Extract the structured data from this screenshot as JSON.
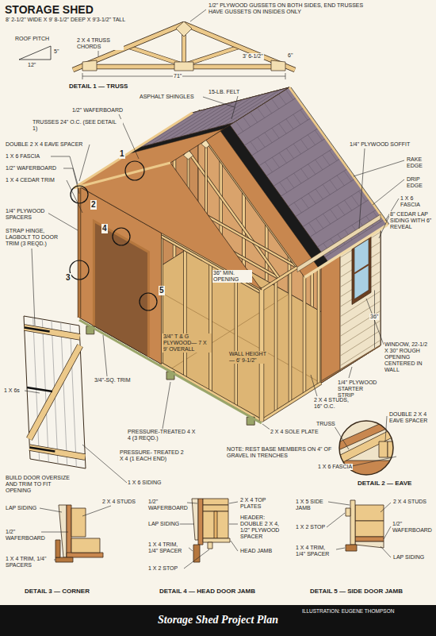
{
  "diagram": {
    "title": "STORAGE SHED",
    "caption": "Storage Shed Project Plan",
    "labels": [
      "8' 2-1/2\" WIDE X 9' 8-1/2\" DEEP X 9'3-1/2\" TALL",
      "1/2\" PLYWOOD GUSSETS ON BOTH SIDES, END TRUSSES HAVE GUSSETS ON INSIDES ONLY",
      "ROOF PITCH",
      "12\"",
      "5\"",
      "2 X 4 TRUSS CHORDS",
      "3' 6-1/2\"",
      "6\"",
      "71\"",
      "DETAIL 1 — TRUSS",
      "ASPHALT SHINGLES",
      "1/2\" WAFERBOARD",
      "15-LB. FELT",
      "TRUSSES 24\" O.C. (SEE DETAIL 1)",
      "DOUBLE 2 X 4 EAVE SPACER",
      "1 X 6 FASCIA",
      "1/2\" WAFERBOARD",
      "1 X 4 CEDAR TRIM",
      "1/4\" PLYWOOD SPACERS",
      "STRAP HINGE, LAGBOLT TO DOOR TRIM (3 REQD.)",
      "1/4\" PLYWOOD SOFFIT",
      "RAKE EDGE",
      "DRIP EDGE",
      "1 X 6 FASCIA",
      "8\" CEDAR LAP SIDING WITH 6\" REVEAL",
      "36\" MIN. OPENING",
      "3/4\" T & G PLYWOOD— 7 X 9' OVERALL",
      "WALL HEIGHT— 6' 9-1/2\"",
      "36\"",
      "WINDOW, 22-1/2 X 30\" ROUGH OPENING CENTERED IN WALL",
      "1/4\" PLYWOOD STARTER STRIP",
      "2 X 4 STUDS, 16\" O.C.",
      "3/4\"-SQ. TRIM",
      "PRESSURE-TREATED 4 X 4 (3 REQD.)",
      "2 X 4 SOLE PLATE",
      "PRESSURE- TREATED 2 X 4 (1 EACH END)",
      "NOTE: REST BASE MEMBERS ON 4\" OF GRAVEL IN TRENCHES",
      "1 X 6s",
      "BUILD DOOR OVERSIZE AND TRIM TO FIT OPENING",
      "1 X 6 SIDING",
      "TRUSS",
      "DOUBLE 2 X 4 EAVE SPACER",
      "1 X 6 FASCIA",
      "DETAIL 2 — EAVE",
      "LAP SIDING",
      "2 X 4 STUDS",
      "1/2\" WAFERBOARD",
      "1 X 4 TRIM, 1/4\" SPACERS",
      "DETAIL 3 — CORNER",
      "1/2\" WAFERBOARD",
      "2 X 4 TOP PLATES",
      "LAP SIDING",
      "HEADER: DOUBLE 2 X 4, 1/2\" PLYWOOD SPACER",
      "1 X 4 TRIM, 1/4\" SPACER",
      "HEAD JAMB",
      "1 X 2 STOP",
      "DETAIL 4 — HEAD DOOR JAMB",
      "1 X 5 SIDE JAMB",
      "2 X 4 STUDS",
      "1 X 2 STOP",
      "1/2\" WAFERBOARD",
      "1 X 4 TRIM, 1/4\" SPACER",
      "LAP SIDING",
      "DETAIL 5 — SIDE DOOR JAMB",
      "1",
      "2",
      "3",
      "4",
      "5",
      "ILLUSTRATION: EUGENE THOMPSON"
    ]
  }
}
